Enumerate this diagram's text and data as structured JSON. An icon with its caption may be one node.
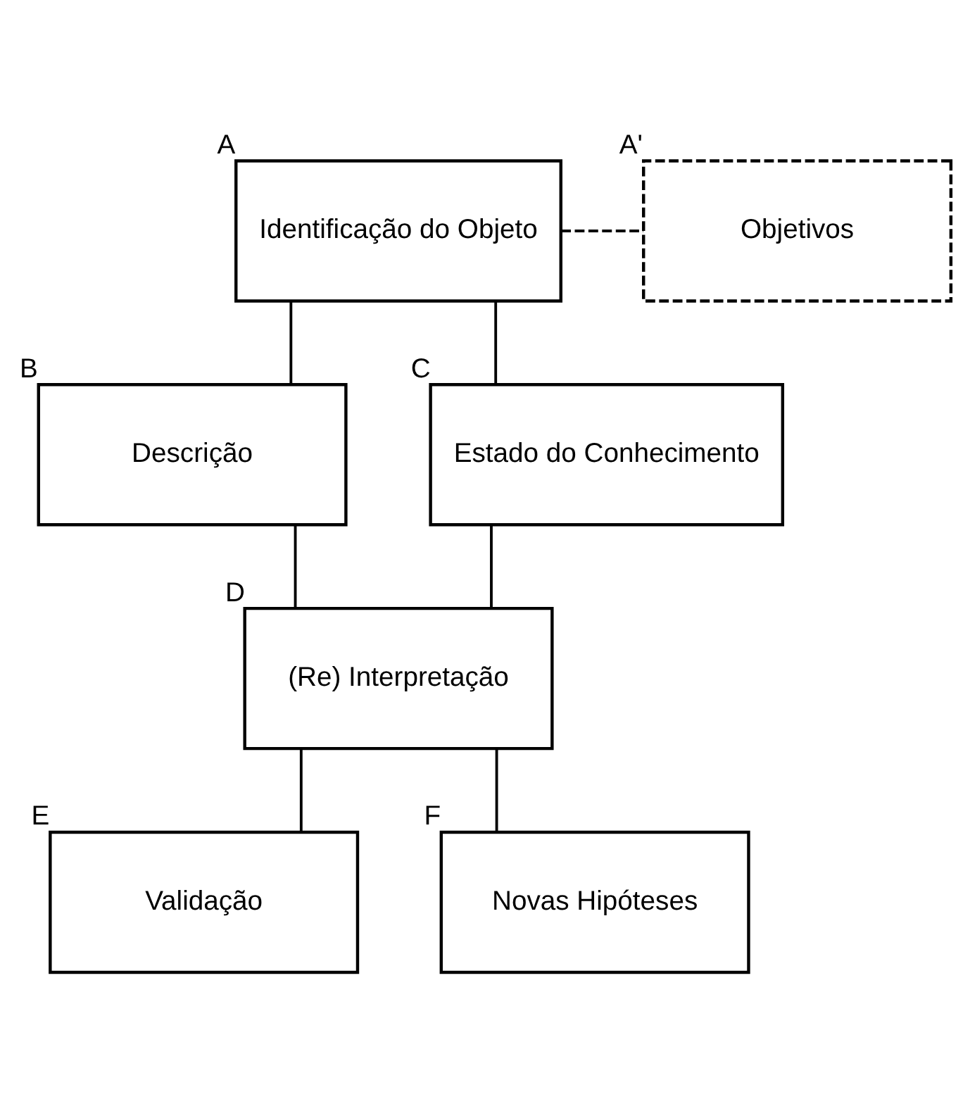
{
  "diagram": {
    "nodes": [
      {
        "text": [
          "Identificação do Objeto"
        ],
        "beside": [
          "A"
        ]
      },
      {
        "text": [
          "Objetivos"
        ],
        "beside": [
          "A'"
        ]
      },
      {
        "text": [
          "Descrição"
        ],
        "beside": [
          "B"
        ]
      },
      {
        "text": [
          "Estado do Conhecimento"
        ],
        "beside": [
          "C"
        ]
      },
      {
        "text": [
          "(Re) Interpretação"
        ],
        "beside": [
          "D"
        ]
      },
      {
        "text": [
          "Validação"
        ],
        "beside": [
          "E"
        ]
      },
      {
        "text": [
          "Novas Hipóteses"
        ],
        "beside": [
          "F"
        ]
      }
    ],
    "edges": [
      {
        "from": 0,
        "to": 1,
        "arrow": "none",
        "style": "dashed"
      },
      {
        "from": 0,
        "to": 2,
        "arrow": "none"
      },
      {
        "from": 0,
        "to": 3,
        "arrow": "none"
      },
      {
        "from": 2,
        "to": 4,
        "arrow": "none"
      },
      {
        "from": 3,
        "to": 4,
        "arrow": "none"
      },
      {
        "from": 4,
        "to": 5,
        "arrow": "none"
      },
      {
        "from": 4,
        "to": 6,
        "arrow": "none"
      }
    ]
  }
}
